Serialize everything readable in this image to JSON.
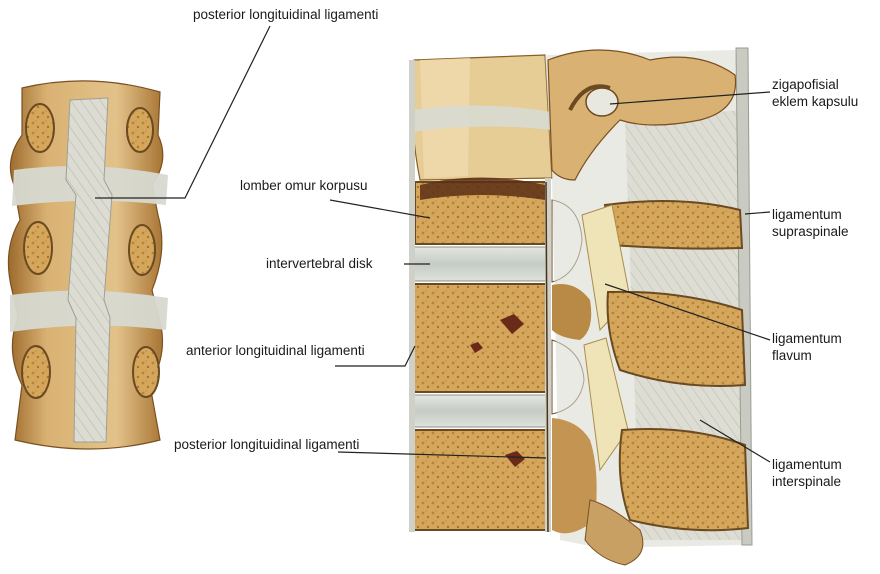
{
  "labels": {
    "posterior_top": "posterior longituidinal ligamenti",
    "zigapofisial": "zigapofisial\neklem kapsulu",
    "lomber": "lomber omur korpusu",
    "supraspinale": "ligamentum\nsupraspinale",
    "disk": "intervertebral disk",
    "flavum": "ligamentum\nflavum",
    "anterior": "anterior longituidinal ligamenti",
    "posterior_bottom": "posterior longituidinal ligamenti",
    "interspinale": "ligamentum\ninterspinale"
  },
  "colors": {
    "bone_outer": "#d8b06a",
    "bone_inner": "#c99a4c",
    "bone_dark": "#a8732e",
    "ligament": "#d9dbd2",
    "disk": "#c9d0cc",
    "shadow": "#6b4a22"
  }
}
